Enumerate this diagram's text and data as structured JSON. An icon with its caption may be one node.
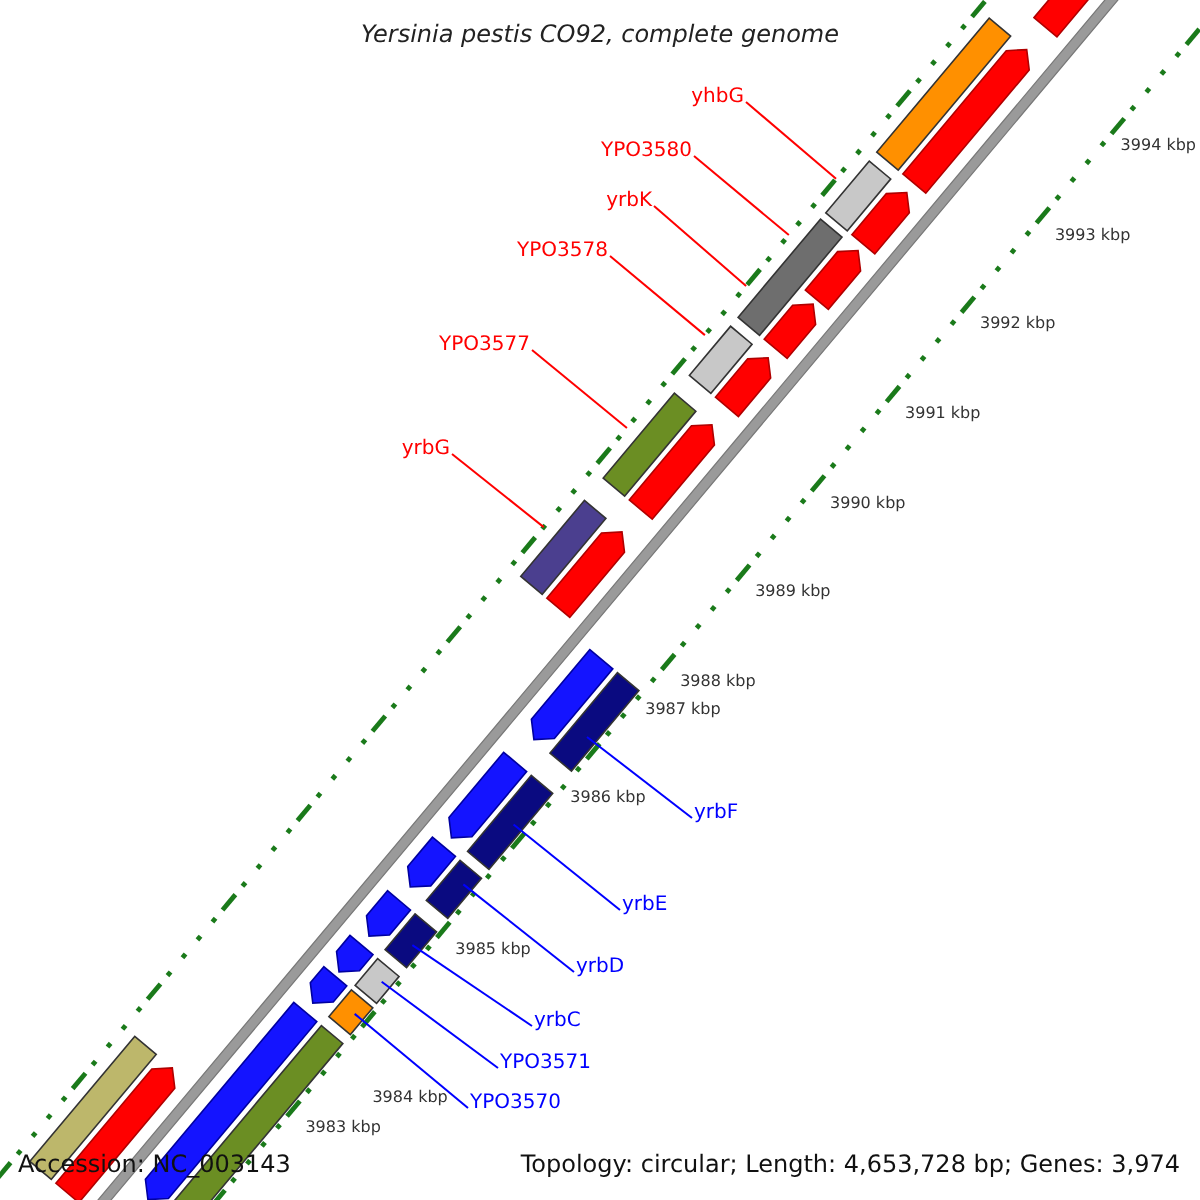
{
  "diagram": {
    "title": "Yersinia pestis CO92, complete genome",
    "nodes": [
      {
        "text": [
          "yhbG"
        ]
      },
      {
        "text": [
          "YPO3580"
        ]
      },
      {
        "text": [
          "yrbK"
        ]
      },
      {
        "text": [
          "YPO3578"
        ]
      },
      {
        "text": [
          "YPO3577"
        ]
      },
      {
        "text": [
          "yrbG"
        ]
      },
      {
        "text": [
          "yrbF"
        ]
      },
      {
        "text": [
          "yrbE"
        ]
      },
      {
        "text": [
          "yrbD"
        ]
      },
      {
        "text": [
          "yrbC"
        ]
      },
      {
        "text": [
          "YPO3571"
        ]
      },
      {
        "text": [
          "YPO3570"
        ]
      }
    ],
    "edges": [
      {
        "from": 0,
        "to": null,
        "arrow": "none",
        "color": "#ff0000"
      },
      {
        "from": 1,
        "to": null,
        "arrow": "none",
        "color": "#ff0000"
      },
      {
        "from": 2,
        "to": null,
        "arrow": "none",
        "color": "#ff0000"
      },
      {
        "from": 3,
        "to": null,
        "arrow": "none",
        "color": "#ff0000"
      },
      {
        "from": 4,
        "to": null,
        "arrow": "none",
        "color": "#ff0000"
      },
      {
        "from": 5,
        "to": null,
        "arrow": "none",
        "color": "#ff0000"
      },
      {
        "from": 6,
        "to": null,
        "arrow": "none",
        "color": "#0000ff"
      },
      {
        "from": 7,
        "to": null,
        "arrow": "none",
        "color": "#0000ff"
      },
      {
        "from": 8,
        "to": null,
        "arrow": "none",
        "color": "#0000ff"
      },
      {
        "from": 9,
        "to": null,
        "arrow": "none",
        "color": "#0000ff"
      },
      {
        "from": 10,
        "to": null,
        "arrow": "none",
        "color": "#0000ff"
      },
      {
        "from": 11,
        "to": null,
        "arrow": "none",
        "color": "#0000ff"
      }
    ],
    "labels": [
      "3994 kbp",
      "3993 kbp",
      "3992 kbp",
      "3991 kbp",
      "3990 kbp",
      "3989 kbp",
      "3988 kbp",
      "3987 kbp",
      "3986 kbp",
      "3985 kbp",
      "3984 kbp",
      "3983 kbp",
      "Accession: NC_003143",
      "Topology: circular; Length: 4,653,728 bp; Genes: 3,974"
    ]
  }
}
